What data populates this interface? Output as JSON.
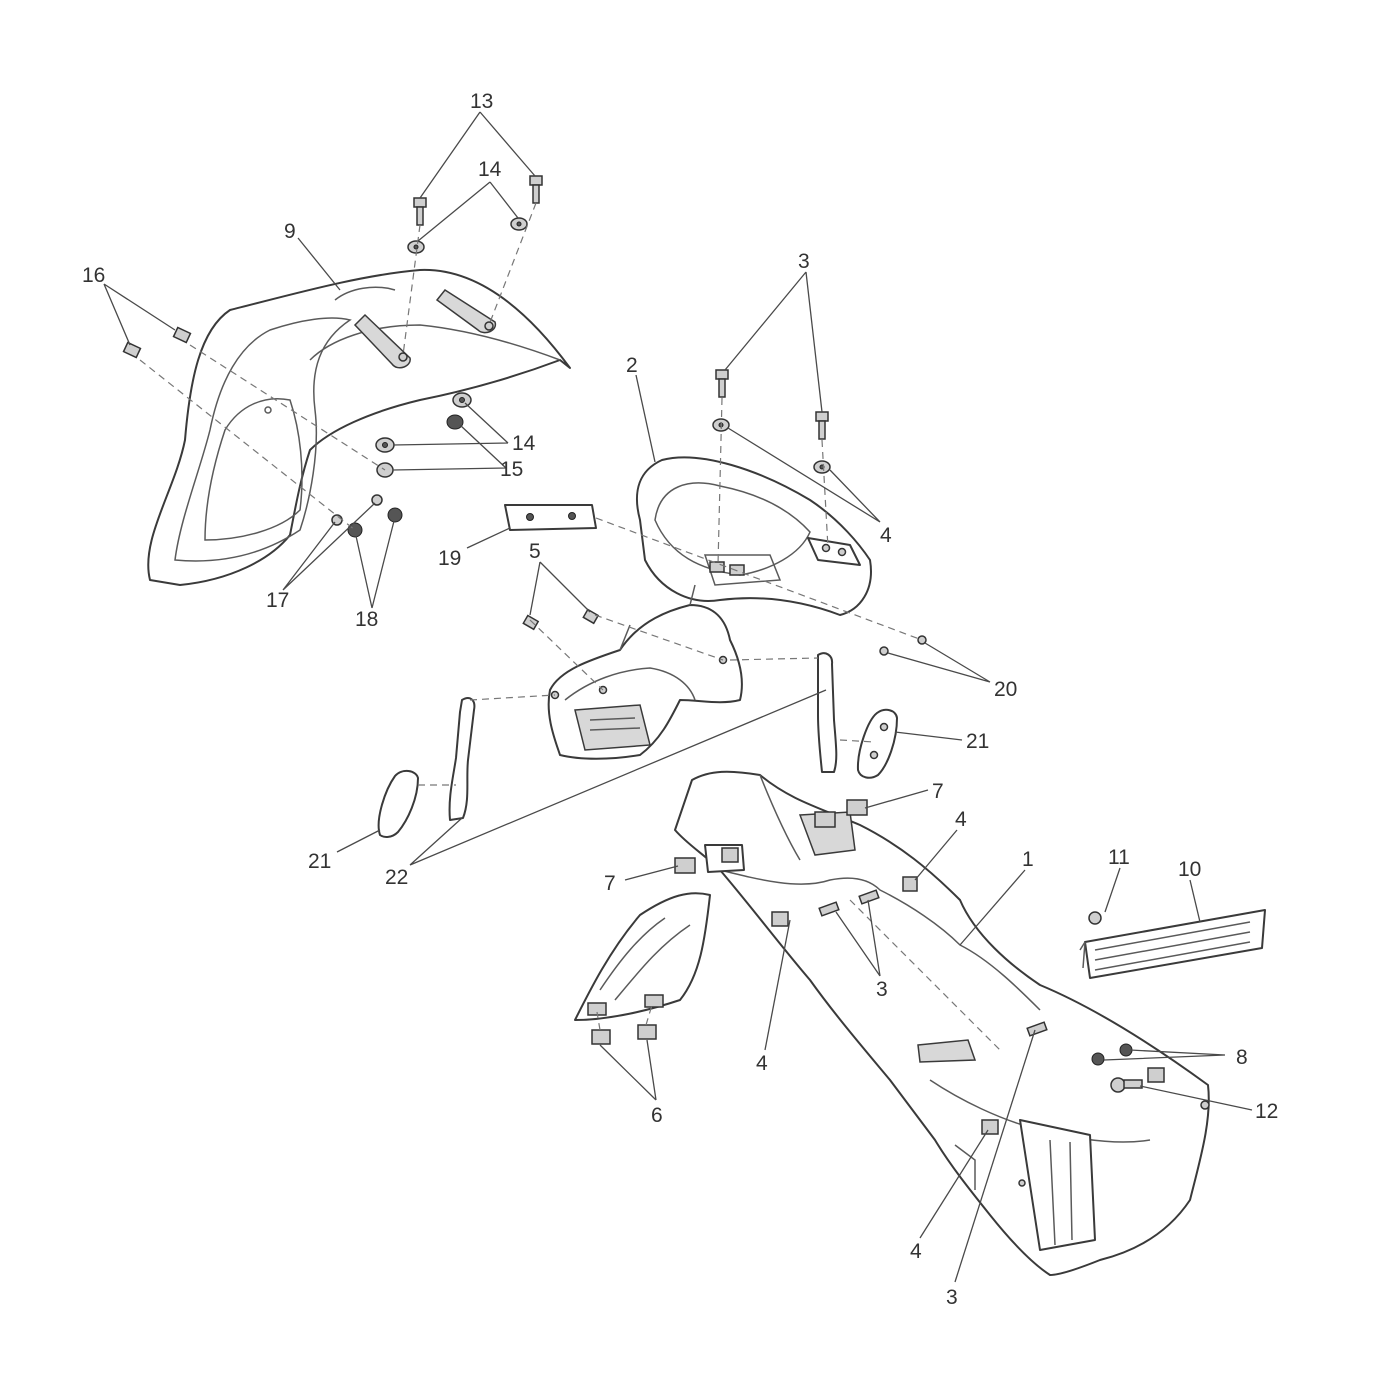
{
  "callouts": [
    "13",
    "14",
    "9",
    "16",
    "3",
    "2",
    "14",
    "15",
    "4",
    "19",
    "5",
    "17",
    "18",
    "20",
    "21",
    "21",
    "22",
    "7",
    "4",
    "1",
    "11",
    "10",
    "7",
    "3",
    "4",
    "8",
    "6",
    "12",
    "4",
    "3"
  ]
}
